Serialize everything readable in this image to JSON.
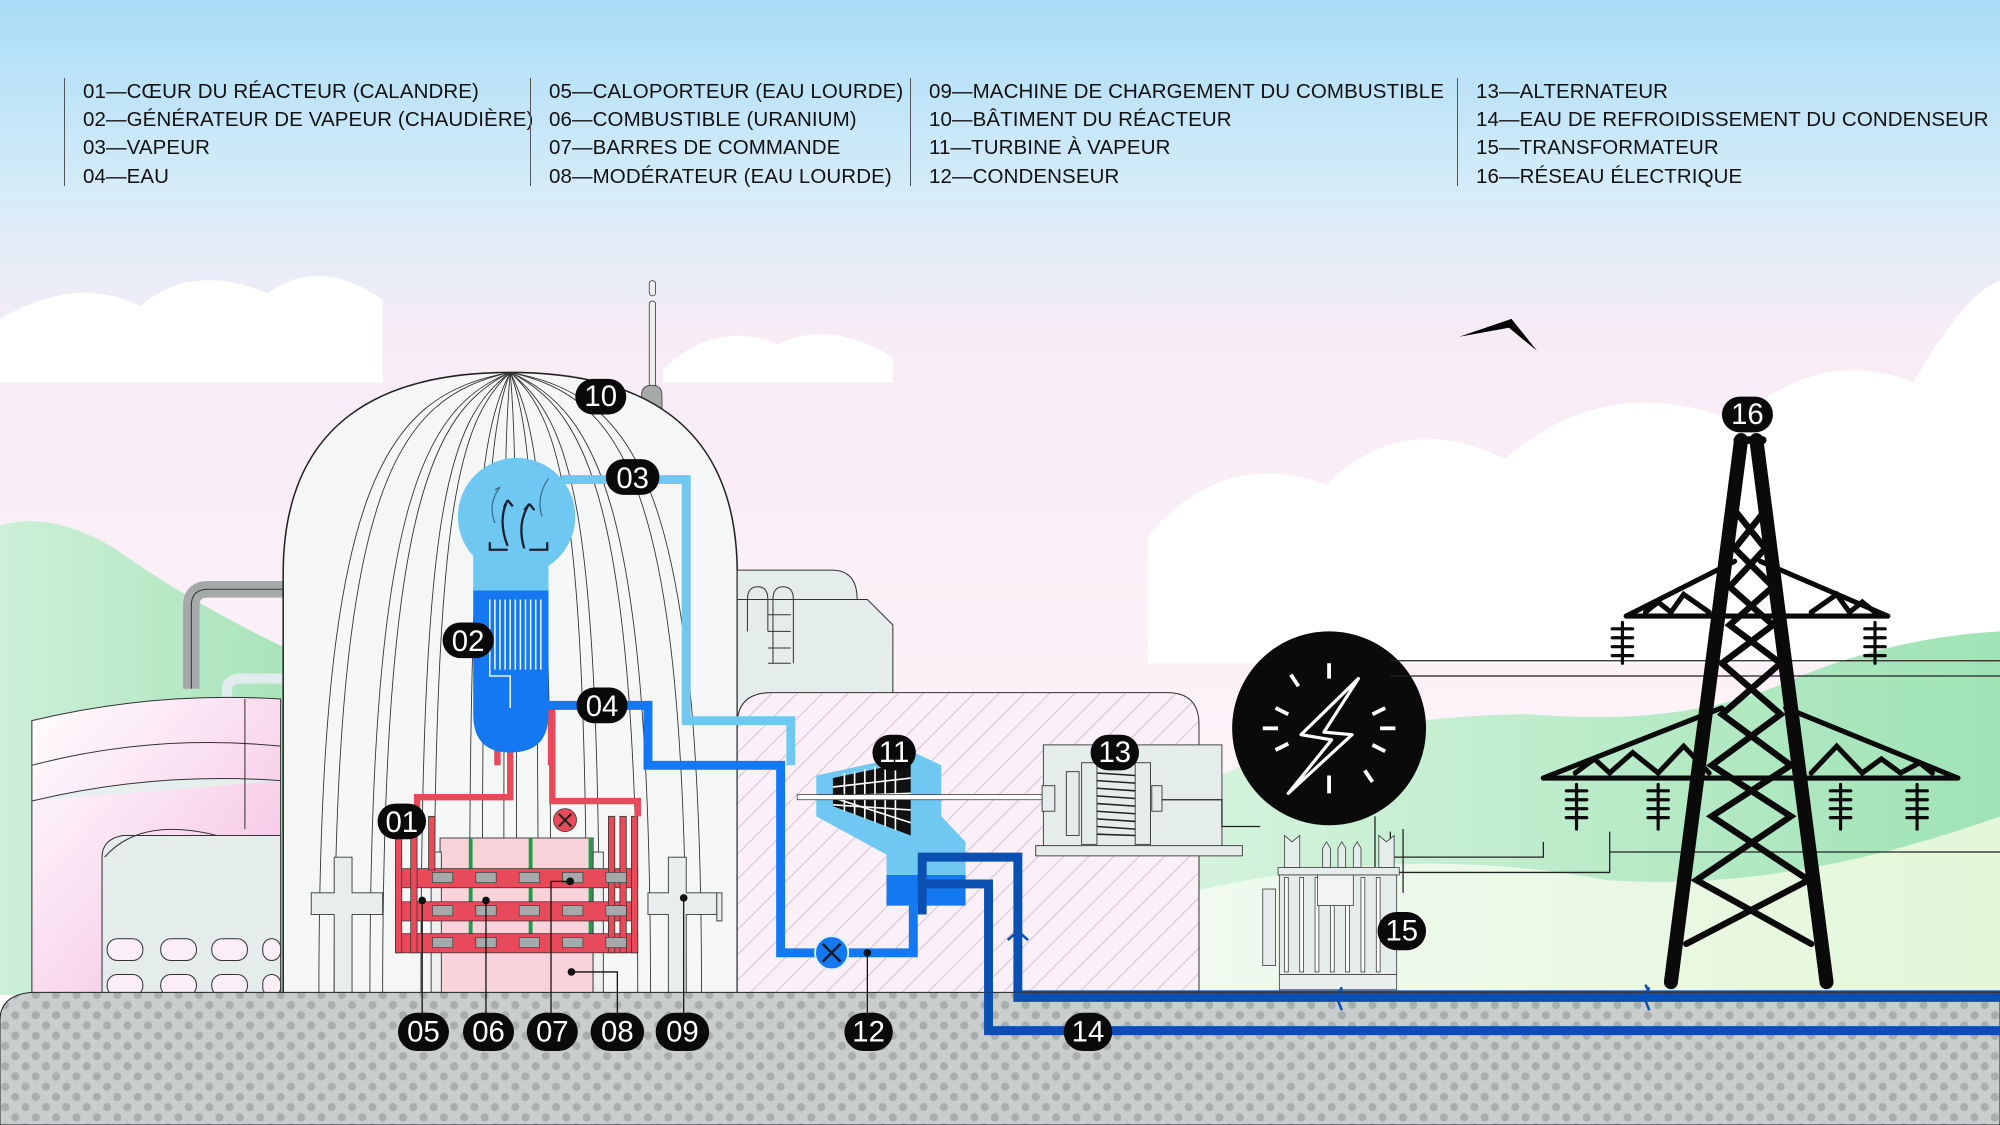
{
  "title": "Centrale nucléaire CANDU — schéma légendé",
  "legend": {
    "columns": [
      {
        "items": [
          {
            "num": "01",
            "label": "CŒUR DU RÉACTEUR (CALANDRE)"
          },
          {
            "num": "02",
            "label": "GÉNÉRATEUR DE VAPEUR (CHAUDIÈRE)"
          },
          {
            "num": "03",
            "label": "VAPEUR"
          },
          {
            "num": "04",
            "label": "EAU"
          }
        ]
      },
      {
        "items": [
          {
            "num": "05",
            "label": "CALOPORTEUR (EAU LOURDE)"
          },
          {
            "num": "06",
            "label": "COMBUSTIBLE (URANIUM)"
          },
          {
            "num": "07",
            "label": "BARRES DE COMMANDE"
          },
          {
            "num": "08",
            "label": "MODÉRATEUR (EAU LOURDE)"
          }
        ]
      },
      {
        "items": [
          {
            "num": "09",
            "label": "MACHINE DE CHARGEMENT DU COMBUSTIBLE"
          },
          {
            "num": "10",
            "label": "BÂTIMENT DU RÉACTEUR"
          },
          {
            "num": "11",
            "label": "TURBINE À VAPEUR"
          },
          {
            "num": "12",
            "label": "CONDENSEUR"
          }
        ]
      },
      {
        "items": [
          {
            "num": "13",
            "label": "ALTERNATEUR"
          },
          {
            "num": "14",
            "label": "EAU DE REFROIDISSEMENT DU CONDENSEUR"
          },
          {
            "num": "15",
            "label": "TRANSFORMATEUR"
          },
          {
            "num": "16",
            "label": "RÉSEAU ÉLECTRIQUE"
          }
        ]
      }
    ],
    "separator": "—"
  },
  "badges": {
    "b01": "01",
    "b02": "02",
    "b03": "03",
    "b04": "04",
    "b05": "05",
    "b06": "06",
    "b07": "07",
    "b08": "08",
    "b09": "09",
    "b10": "10",
    "b11": "11",
    "b12": "12",
    "b13": "13",
    "b14": "14",
    "b15": "15",
    "b16": "16"
  },
  "icons": {
    "electricity": "lightning-bolt-icon",
    "bird": "bird-icon",
    "pump": "pump-icon",
    "valve": "valve-icon"
  },
  "colors": {
    "steam": "#6ec8f2",
    "water": "#1478f0",
    "cooling_water": "#0b4fb0",
    "primary_loop": "#e84a5a",
    "control_rods": "#1f9a48",
    "badge": "#0a0a0a",
    "ground": "#c7cbcb",
    "sky_top": "#a9dcf7",
    "hills": "#a8e6bc"
  }
}
